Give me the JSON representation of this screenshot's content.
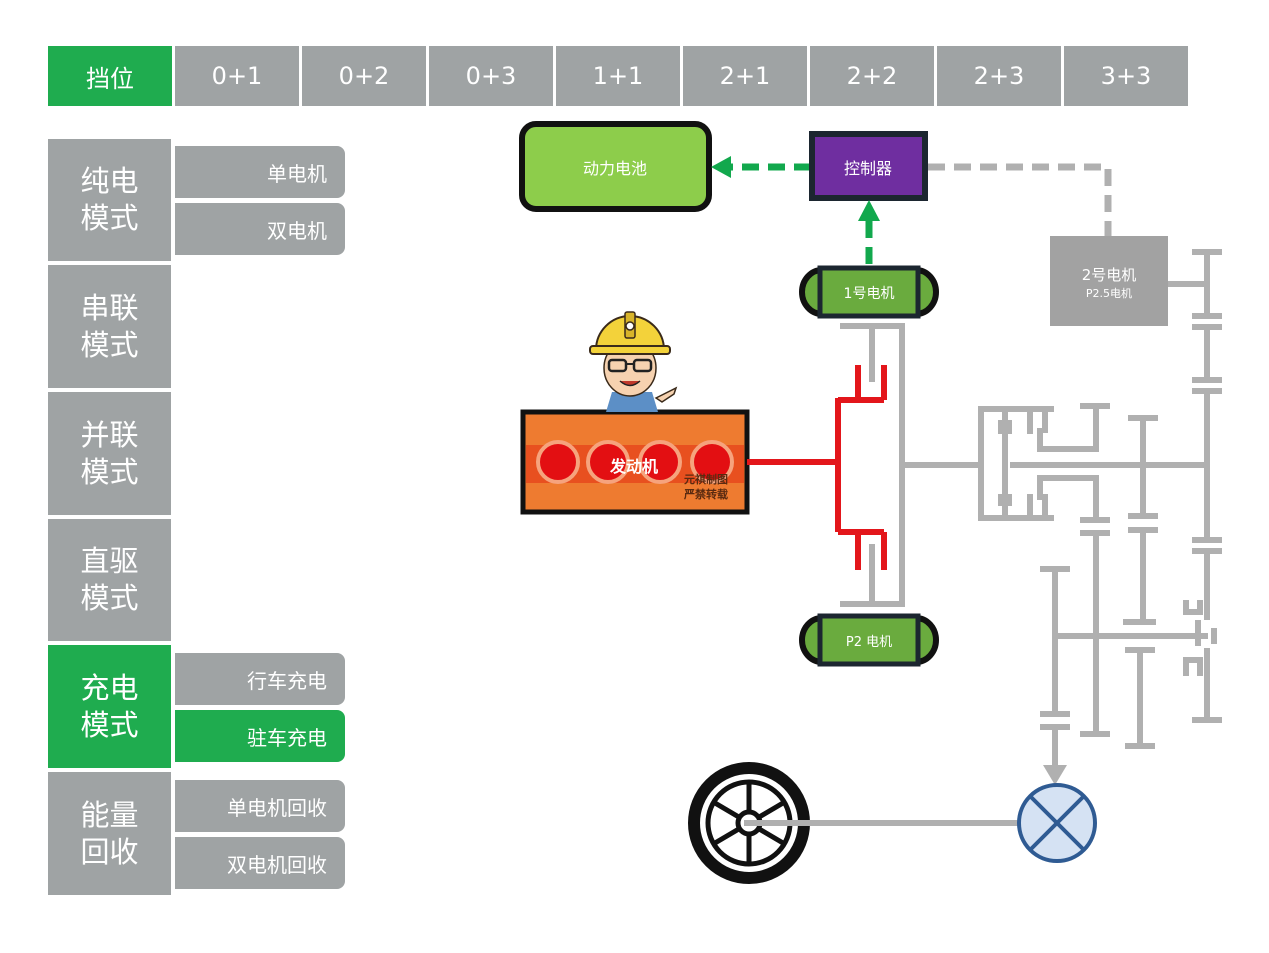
{
  "gear_bar": {
    "header": "挡位",
    "gears": [
      "0+1",
      "0+2",
      "0+3",
      "1+1",
      "2+1",
      "2+2",
      "2+3",
      "3+3"
    ]
  },
  "modes": [
    {
      "line1": "纯电",
      "line2": "模式",
      "active": false,
      "subs": [
        {
          "label": "单电机",
          "active": false
        },
        {
          "label": "双电机",
          "active": false
        }
      ]
    },
    {
      "line1": "串联",
      "line2": "模式",
      "active": false,
      "subs": []
    },
    {
      "line1": "并联",
      "line2": "模式",
      "active": false,
      "subs": []
    },
    {
      "line1": "直驱",
      "line2": "模式",
      "active": false,
      "subs": []
    },
    {
      "line1": "充电",
      "line2": "模式",
      "active": true,
      "subs": [
        {
          "label": "行车充电",
          "active": false
        },
        {
          "label": "驻车充电",
          "active": true
        }
      ]
    },
    {
      "line1": "能量",
      "line2": "回收",
      "active": false,
      "subs": [
        {
          "label": "单电机回收",
          "active": false
        },
        {
          "label": "双电机回收",
          "active": false
        }
      ]
    }
  ],
  "diagram": {
    "battery": "动力电池",
    "controller": "控制器",
    "motor1": "1号电机",
    "motor2_line1": "2号电机",
    "motor2_line2": "P2.5电机",
    "p2_motor": "P2 电机",
    "engine": "发动机",
    "watermark_line1": "元祺制图",
    "watermark_line2": "严禁转载",
    "colors": {
      "active_green": "#1fac4f",
      "inactive_gray": "#9fa3a4",
      "battery_fill": "#8dcd4b",
      "controller_fill": "#6f2ea0",
      "motor_fill": "#6aab3e",
      "engine_fill": "#ee7b30",
      "power_flow_red": "#e3161b",
      "energy_flow_green": "#12a84d",
      "shaft_gray": "#b0b0b0",
      "differential_fill": "#d5e2f3",
      "differential_stroke": "#2f5b93"
    }
  }
}
